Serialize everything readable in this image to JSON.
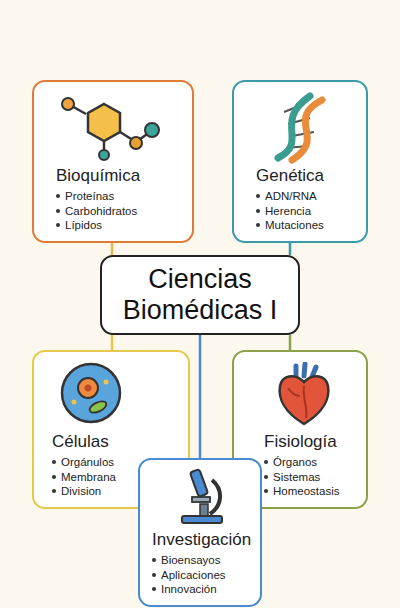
{
  "diagram": {
    "nodes": [
      {
        "text": [
          "Bioquímica",
          "Proteínas",
          "Carbohidratos",
          "Lípidos"
        ]
      },
      {
        "text": [
          "Genética",
          "ADN/RNA",
          "Herencia",
          "Mutaciones"
        ]
      },
      {
        "text": [
          "Ciencias Biomédicas I"
        ]
      },
      {
        "text": [
          "Células",
          "Orgánulos",
          "Membrana",
          "Division"
        ]
      },
      {
        "text": [
          "Fisiología",
          "Órganos",
          "Sistemas",
          "Homeostasis"
        ]
      },
      {
        "text": [
          "Investigación",
          "Bioensayos",
          "Aplicaciones",
          "Innovación"
        ]
      }
    ],
    "edges": [
      {
        "from": 2,
        "to": 0,
        "arrow": "none"
      },
      {
        "from": 2,
        "to": 1,
        "arrow": "none"
      },
      {
        "from": 2,
        "to": 3,
        "arrow": "none"
      },
      {
        "from": 2,
        "to": 4,
        "arrow": "none"
      },
      {
        "from": 2,
        "to": 5,
        "arrow": "none"
      }
    ]
  }
}
